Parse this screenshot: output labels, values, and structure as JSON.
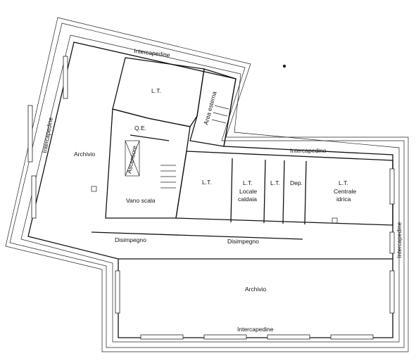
{
  "labels": {
    "intercapedine_top": "Intercapedine",
    "intercapedine_left": "Intercapedine",
    "intercapedine_right_block": "Intercapedine",
    "intercapedine_right_side": "Intercapedine",
    "intercapedine_bottom": "Intercapedine",
    "lt_upper": "L.T.",
    "area_esterna": "Area esterna",
    "qe": "Q.E.",
    "ascensore": "Ascensore",
    "archivio_left": "Archivio",
    "vano_scala": "Vano scala",
    "lt_1": "L.T.",
    "lt_2": "L.T.",
    "locale": "Locale",
    "caldaia": "caldaia",
    "lt_3": "L.T.",
    "dep": "Dep.",
    "lt_4": "L.T.",
    "centrale": "Centrale",
    "idrica": "idrica",
    "disimpegno_left": "Disimpegno",
    "disimpegno_right": "Disimpegno",
    "archivio_bottom": "Archivio"
  }
}
